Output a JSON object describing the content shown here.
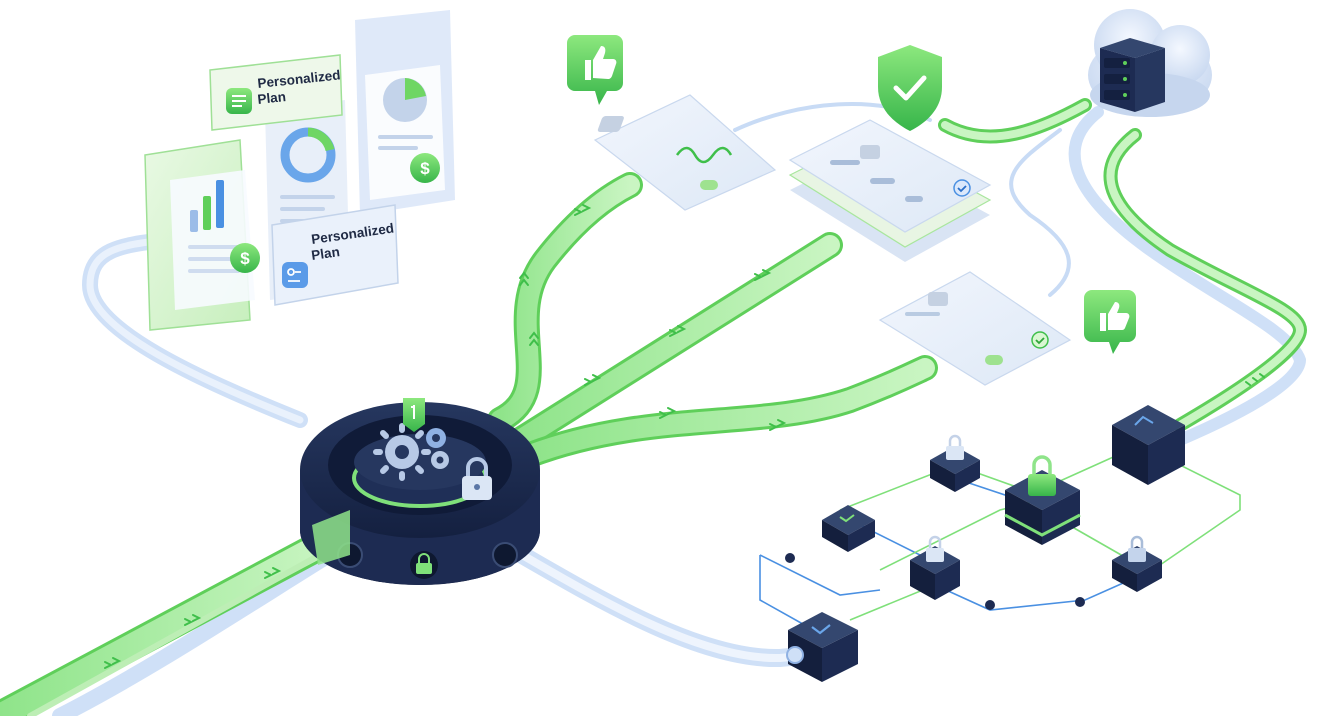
{
  "labels": {
    "plan_top": [
      "Personalized",
      "Plan"
    ],
    "plan_bottom": [
      "Personalized",
      "Plan"
    ]
  },
  "colors": {
    "navy": "#1d2b52",
    "navy_dark": "#141f3d",
    "green": "#7fe07a",
    "green_dark": "#3fbf4a",
    "green_pale": "#d9f7d2",
    "blue_pale": "#dbe8fb",
    "blue_line": "#4a90e2"
  },
  "icons": {
    "hub": "gears-icon",
    "hub_lock": "padlock-icon",
    "approval": "thumbs-up-icon",
    "security": "shield-check-icon",
    "server": "server-rack-icon",
    "cloud": "cloud-icon",
    "money": "dollar-icon"
  }
}
